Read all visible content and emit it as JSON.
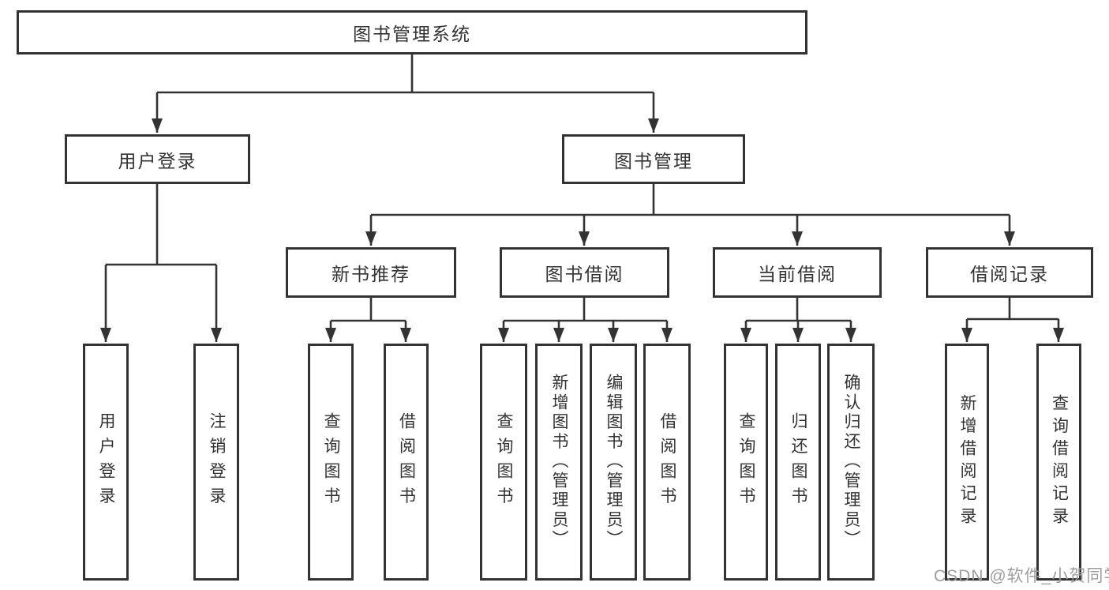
{
  "colors": {
    "line": "#333333",
    "box-border": "#333333",
    "text": "#333333",
    "watermark": "#9e9e9e",
    "background": "#ffffff"
  },
  "watermark": {
    "text": "CSDN @软件_小贺同学"
  },
  "tree": {
    "root": "图书管理系统",
    "branches": [
      {
        "label": "用户登录",
        "children": [
          "用户登录",
          "注销登录"
        ]
      },
      {
        "label": "图书管理",
        "groups": [
          {
            "label": "新书推荐",
            "children": [
              "查询图书",
              "借阅图书"
            ]
          },
          {
            "label": "图书借阅",
            "children": [
              "查询图书",
              "新增图书（管理员）",
              "编辑图书（管理员）",
              "借阅图书"
            ]
          },
          {
            "label": "当前借阅",
            "children": [
              "查询图书",
              "归还图书",
              "确认归还（管理员）"
            ]
          },
          {
            "label": "借阅记录",
            "children": [
              "新增借阅记录",
              "查询借阅记录"
            ]
          }
        ]
      }
    ]
  }
}
